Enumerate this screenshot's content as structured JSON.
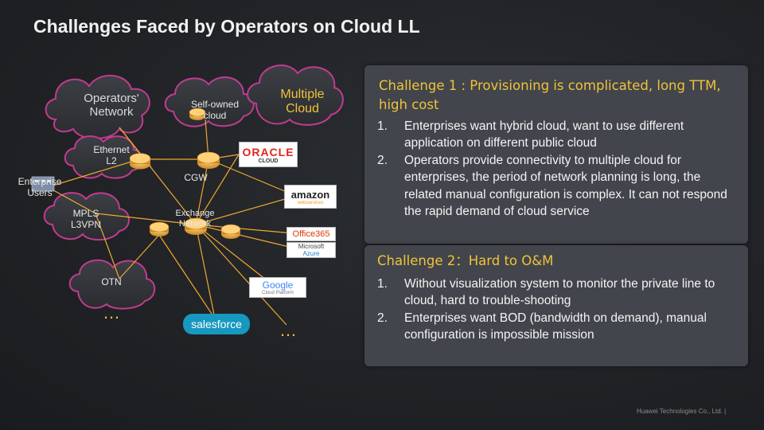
{
  "title": "Challenges Faced by Operators on Cloud LL",
  "diagram": {
    "operators_network": "Operators'\nNetwork",
    "self_owned_cloud": "Self-owned\ncloud",
    "multiple_cloud": "Multiple\nCloud",
    "ethernet_l2": "Ethernet\nL2",
    "enterprise_users": "Enterprise\nUsers",
    "cgw": "CGW",
    "mpls_l3vpn": "MPLS\nL3VPN",
    "exchange_network": "Exchange\nNetwork",
    "otn": "OTN",
    "ellipsis_left": "…",
    "ellipsis_right": "…",
    "providers": {
      "oracle": "ORACLE",
      "oracle_sub": "CLOUD",
      "amazon": "amazon",
      "amazon_sub": "webservices",
      "office365": "Office365",
      "azure": "Microsoft",
      "azure_sub": "Azure",
      "google": "Google",
      "google_sub": "Cloud Platform",
      "salesforce": "salesforce"
    }
  },
  "challenge1": {
    "title": "Challenge 1 : Provisioning is complicated, long TTM, high cost",
    "items": [
      {
        "num": "1.",
        "text": "Enterprises want hybrid cloud, want to use different application on different public cloud"
      },
      {
        "num": "2.",
        "text": "Operators provide connectivity to multiple cloud for enterprises, the period of network planning is long, the related manual configuration is complex. It can not respond the rapid demand of cloud service"
      }
    ]
  },
  "challenge2": {
    "title": "Challenge 2：Hard to O&M",
    "items": [
      {
        "num": "1.",
        "text": "Without visualization system to monitor the private line to cloud, hard to trouble-shooting"
      },
      {
        "num": "2.",
        "text": "Enterprises want BOD (bandwidth on demand), manual configuration is impossible mission"
      }
    ]
  },
  "footer": "Huawei Technologies Co., Ltd.  |",
  "colors": {
    "accent": "#f0c23b",
    "cloud_stroke": "#c23b8f",
    "line": "#f0a830",
    "router": "#e0a63a",
    "panel": "#42454b",
    "background": "#202225"
  }
}
